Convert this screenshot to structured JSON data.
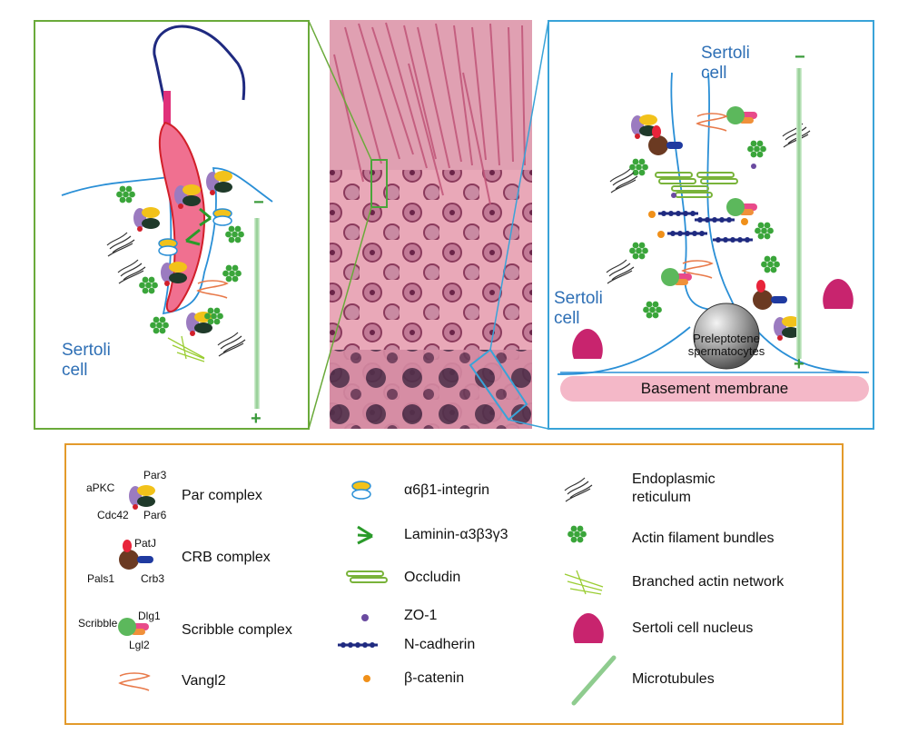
{
  "left_panel": {
    "sertoli_label": "Sertoli\ncell",
    "minus": "−",
    "plus": "+"
  },
  "right_panel": {
    "sertoli_top_label": "Sertoli\ncell",
    "sertoli_left_label": "Sertoli\ncell",
    "preleptotene_label": "Preleptotene\nspermatocytes",
    "basement_membrane": "Basement membrane",
    "minus": "−",
    "plus": "+"
  },
  "colors": {
    "left_panel_border": "#6aaa3a",
    "right_panel_border": "#39a3d8",
    "legend_border": "#e39a2b",
    "cell_membrane": "#2a8fd6",
    "spermatid": "#f07090",
    "basement_membrane": "#f4b8c8",
    "nucleus": "#c8246e",
    "microtubule": "#8fcc8f"
  },
  "legend": {
    "par_complex": {
      "label": "Par complex",
      "parts": {
        "apkc": "aPKC",
        "par3": "Par3",
        "cdc42": "Cdc42",
        "par6": "Par6"
      }
    },
    "crb_complex": {
      "label": "CRB complex",
      "parts": {
        "patj": "PatJ",
        "pals1": "Pals1",
        "crb3": "Crb3"
      }
    },
    "scribble_complex": {
      "label": "Scribble complex",
      "parts": {
        "scribble": "Scribble",
        "dlg1": "Dlg1",
        "lgl2": "Lgl2"
      }
    },
    "vangl2": "Vangl2",
    "integrin": "α6β1-integrin",
    "laminin": "Laminin-α3β3γ3",
    "occludin": "Occludin",
    "zo1": "ZO-1",
    "ncadherin": "N-cadherin",
    "catenin": "β-catenin",
    "er": "Endoplasmic\nreticulum",
    "actin_bundles": "Actin filament bundles",
    "branched_actin": "Branched actin network",
    "sertoli_nucleus": "Sertoli cell nucleus",
    "microtubules": "Microtubules"
  }
}
